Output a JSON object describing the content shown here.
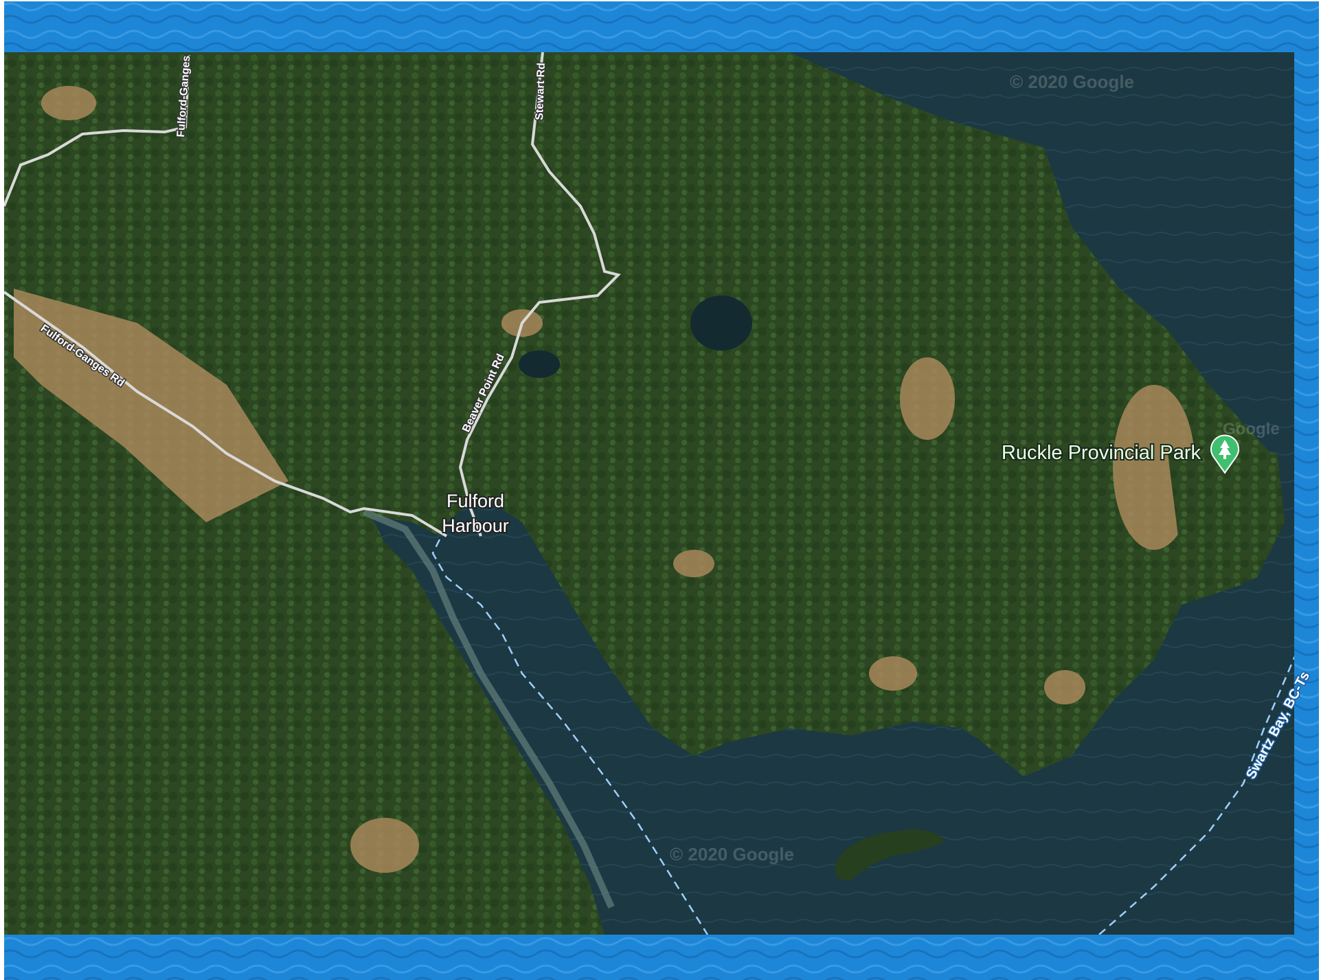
{
  "map": {
    "places": {
      "fulford_harbour": "Fulford\nHarbour",
      "fulford_harbour_line1": "Fulford",
      "fulford_harbour_line2": "Harbour",
      "ruckle_park": "Ruckle Provincial Park"
    },
    "roads": {
      "fulford_ganges_main": "Fulford-Ganges Rd",
      "fulford_ganges_top": "Fulford-Ganges",
      "stewart": "Stewart Rd",
      "beaver_point": "Beaver Point Rd"
    },
    "ferry_route": "Swartz Bay, BC-Ts",
    "watermarks": [
      "© 2020 Google",
      "© 2020 Google",
      "Google"
    ],
    "icons": {
      "park_marker": "tree-pin-icon"
    }
  },
  "colors": {
    "tarp_blue": "#1f87d6",
    "water": "#1d3a44",
    "forest": "#2d4a22",
    "clearing": "#a8875a",
    "road": "#dcdcdc",
    "park_pin": "#3fbf6f",
    "ferry_line": "#9fd0ff"
  }
}
